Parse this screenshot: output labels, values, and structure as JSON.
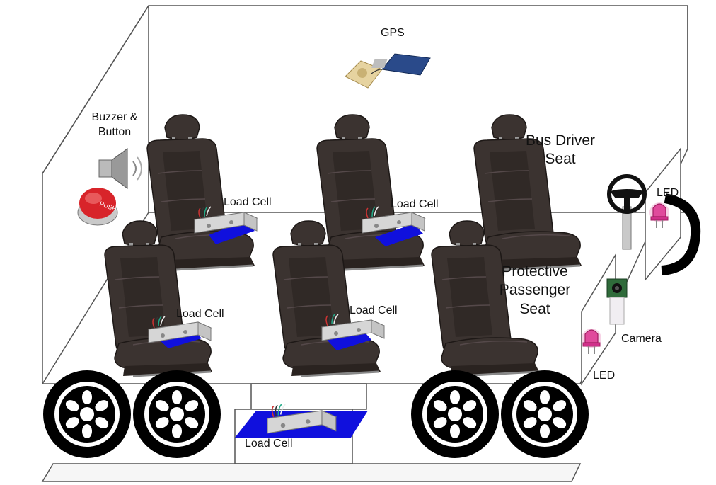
{
  "labels": {
    "gps": "GPS",
    "buzzer_line1": "Buzzer &",
    "buzzer_line2": "Button",
    "bus_driver_line1": "Bus Driver",
    "bus_driver_line2": "Seat",
    "protective_line1": "Protective",
    "protective_line2": "Passenger",
    "protective_line3": "Seat",
    "load_cell_1": "Load Cell",
    "load_cell_2": "Load Cell",
    "load_cell_3": "Load Cell",
    "load_cell_4": "Load Cell",
    "load_cell_bottom": "Load Cell",
    "led_top": "LED",
    "led_bottom": "LED",
    "camera": "Camera",
    "push_button_text": "PUSH"
  },
  "colors": {
    "box_line": "#555555",
    "seat": "#3b3330",
    "seat_dark": "#2a2320",
    "pad_blue": "#1010dd",
    "button_red": "#d8242a",
    "tire": "#000000",
    "led": "#d0308a",
    "pcb_blue": "#2a4a8a",
    "camera_green": "#2f6b3a"
  },
  "icons": [
    "gps-module-icon",
    "speaker-icon",
    "push-button-icon",
    "steering-wheel-icon",
    "led-icon",
    "camera-module-icon",
    "load-cell-icon",
    "car-seat-icon",
    "wheel-icon"
  ]
}
